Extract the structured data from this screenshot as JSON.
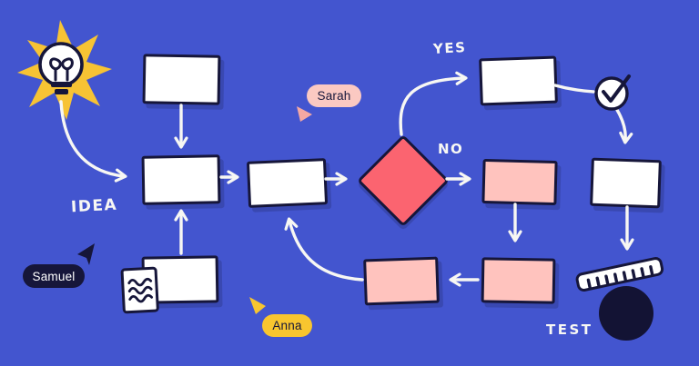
{
  "palette": {
    "background": "#4355CF",
    "outline_navy": "#16163A",
    "box_white": "#FFFFFF",
    "box_pink": "#FFC3BE",
    "diamond_red": "#FB6470",
    "star_yellow": "#F7C334",
    "arrow_white": "#F7F7F3",
    "pill_samuel": "#16163A",
    "pill_sarah": "#FBC9C2",
    "pill_anna": "#F8C52F"
  },
  "labels": {
    "idea": "IDEA",
    "yes": "YES",
    "no": "NO",
    "test": "TEST"
  },
  "collaborators": [
    {
      "name": "Samuel",
      "pill_color": "#16163A",
      "text_color": "#FFFFFF",
      "cursor_color": "#16163A"
    },
    {
      "name": "Sarah",
      "pill_color": "#FBC9C2",
      "text_color": "#16163A",
      "cursor_color": "#F4A8A3"
    },
    {
      "name": "Anna",
      "pill_color": "#F8C52F",
      "text_color": "#16163A",
      "cursor_color": "#F8C52F"
    }
  ],
  "nodes": [
    {
      "id": "start",
      "type": "process",
      "fill": "white"
    },
    {
      "id": "idea",
      "type": "process",
      "fill": "white"
    },
    {
      "id": "draft",
      "type": "process",
      "fill": "white"
    },
    {
      "id": "decision",
      "type": "decision",
      "fill": "red"
    },
    {
      "id": "yes-branch",
      "type": "process",
      "fill": "white"
    },
    {
      "id": "no-branch",
      "type": "process",
      "fill": "pink"
    },
    {
      "id": "approved",
      "type": "process",
      "fill": "white"
    },
    {
      "id": "revise-right",
      "type": "process",
      "fill": "pink"
    },
    {
      "id": "revise-mid",
      "type": "process",
      "fill": "pink"
    },
    {
      "id": "notes",
      "type": "process",
      "fill": "white"
    }
  ],
  "edges": [
    {
      "from": "lightbulb",
      "to": "idea"
    },
    {
      "from": "start",
      "to": "idea"
    },
    {
      "from": "idea",
      "to": "draft"
    },
    {
      "from": "draft",
      "to": "decision"
    },
    {
      "from": "decision",
      "to": "yes-branch",
      "label": "YES"
    },
    {
      "from": "decision",
      "to": "no-branch",
      "label": "NO"
    },
    {
      "from": "yes-branch",
      "to": "approved",
      "via": "check-circle"
    },
    {
      "from": "no-branch",
      "to": "revise-right"
    },
    {
      "from": "revise-right",
      "to": "revise-mid"
    },
    {
      "from": "revise-mid",
      "to": "draft"
    },
    {
      "from": "notes",
      "to": "idea"
    },
    {
      "from": "approved",
      "to": "test",
      "label": "TEST"
    }
  ],
  "icons": [
    "star-lightbulb-icon",
    "document-icon",
    "check-circle-icon",
    "ruler-icon",
    "dot-icon",
    "samuel-cursor-icon",
    "sarah-cursor-icon",
    "anna-cursor-icon"
  ]
}
